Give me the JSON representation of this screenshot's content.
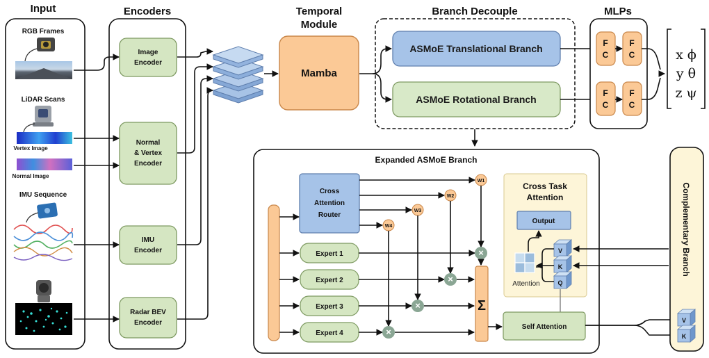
{
  "sections": {
    "input": "Input",
    "encoders": "Encoders",
    "temporal_line1": "Temporal",
    "temporal_line2": "Module",
    "branch_decouple": "Branch Decouple",
    "mlps": "MLPs",
    "expanded": "Expanded ASMoE Branch",
    "complementary": "Complementary Branch"
  },
  "inputs": {
    "rgb": "RGB Frames",
    "lidar": "LiDAR Scans",
    "vertex_image": "Vertex Image",
    "normal_image": "Normal Image",
    "imu": "IMU Sequence"
  },
  "encoders": {
    "image": [
      "Image",
      "Encoder"
    ],
    "normal_vertex": [
      "Normal",
      "& Vertex",
      "Encoder"
    ],
    "imu": [
      "IMU",
      "Encoder"
    ],
    "radar": [
      "Radar BEV",
      "Encoder"
    ]
  },
  "temporal": {
    "mamba": "Mamba"
  },
  "branches": {
    "translational": "ASMoE Translational Branch",
    "rotational": "ASMoE Rotational Branch"
  },
  "mlp": {
    "fc_top": "F",
    "fc_bottom": "C"
  },
  "outputs": {
    "row1": "x ϕ",
    "row2": "y θ",
    "row3": "z ψ"
  },
  "asmoe": {
    "router": [
      "Cross",
      "Attention",
      "Router"
    ],
    "experts": [
      "Expert 1",
      "Expert 2",
      "Expert 3",
      "Expert 4"
    ],
    "weights": [
      "W1",
      "W2",
      "W3",
      "W4"
    ],
    "sum": "Σ",
    "multiply": "×",
    "self_attention": "Self Attention",
    "cross_task": [
      "Cross Task",
      "Attention"
    ],
    "output": "Output",
    "attention": "Attention",
    "qkv": [
      "V",
      "K",
      "Q"
    ],
    "comp_vk": [
      "V",
      "K"
    ]
  },
  "colors": {
    "encoder": "#d5e6c2",
    "encoder_stroke": "#7e9a62",
    "orange": "#fbc996",
    "orange_stroke": "#c9874a",
    "blue": "#a6c3e8",
    "blue_stroke": "#5f7fae",
    "green_branch": "#d8e9c8",
    "cross_task_bg": "#fdf5d8",
    "multiply": "#8aa694"
  }
}
